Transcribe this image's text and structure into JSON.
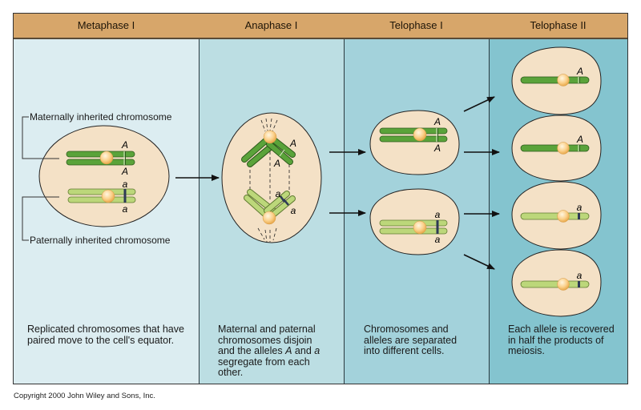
{
  "headers": [
    {
      "label": "Metaphase I"
    },
    {
      "label": "Anaphase I"
    },
    {
      "label": "Telophase I"
    },
    {
      "label": "Telophase II"
    }
  ],
  "colors": {
    "header_bg": "#d7a66a",
    "panel1_bg": "#dcedf1",
    "panel2_bg": "#bcdee3",
    "panel3_bg": "#a3d2db",
    "panel4_bg": "#84c4cf",
    "cell_fill": "#f4e1c6",
    "maternal_chromosome": "#5aa33a",
    "paternal_chromosome": "#bcd77a",
    "centromere": "#fbd08a"
  },
  "labels": {
    "maternal": "Maternally inherited chromosome",
    "paternal": "Paternally inherited chromosome"
  },
  "alleles": {
    "dominant": "A",
    "recessive": "a"
  },
  "captions": [
    {
      "lines": [
        "Replicated chromosomes that have",
        "paired move to the cell's equator."
      ]
    },
    {
      "lines": [
        "Maternal and paternal",
        "chromosomes disjoin",
        "and the alleles ",
        "segregate from each",
        "other."
      ],
      "line3_parts": {
        "pre": "and the alleles ",
        "A": "A",
        "mid": " and ",
        "a": "a"
      }
    },
    {
      "lines": [
        "Chromosomes and",
        "alleles are separated",
        "into different cells."
      ]
    },
    {
      "lines": [
        "Each allele is recovered",
        "in half the products of",
        "meiosis."
      ]
    }
  ],
  "copyright": "Copyright 2000 John Wiley and Sons, Inc."
}
